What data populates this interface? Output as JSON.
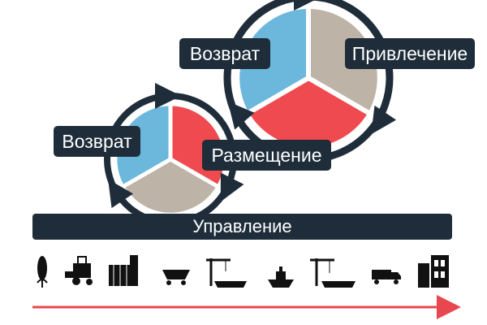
{
  "labels": {
    "return_small": "Возврат",
    "placement": "Размещение",
    "return_large": "Возврат",
    "attraction": "Привлечение",
    "management": "Управление"
  },
  "colors": {
    "blue": "#6cb7dc",
    "red": "#ef4a4f",
    "gray": "#bdb3a6",
    "dark": "#1f2d3a",
    "arrow_red": "#e9474f"
  },
  "icons": [
    "corn-icon",
    "harvester-icon",
    "grain-elevator-icon",
    "rail-hopper-icon",
    "port-crane-icon",
    "ship-icon",
    "port-crane-loading-icon",
    "truck-icon",
    "factory-icon"
  ]
}
